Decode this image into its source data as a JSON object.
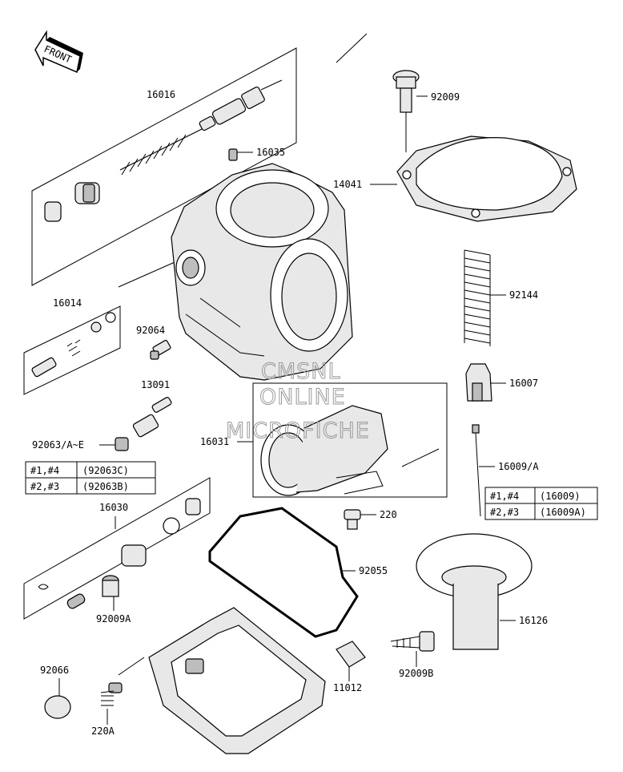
{
  "front_label": "FRONT",
  "watermark": [
    "CMSNL",
    "ONLINE",
    "MICROFICHE"
  ],
  "callouts": {
    "c16016": "16016",
    "c16035": "16035",
    "c92009": "92009",
    "c14041": "14041",
    "c16014": "16014",
    "c92064": "92064",
    "c92144": "92144",
    "c13091": "13091",
    "c16007": "16007",
    "c92063": "92063/A~E",
    "c16031": "16031",
    "c16009": "16009/A",
    "c16030": "16030",
    "c220": "220",
    "c92055": "92055",
    "c92009A": "92009A",
    "c16126": "16126",
    "c92066": "92066",
    "c11012": "11012",
    "c92009B": "92009B",
    "c220A": "220A"
  },
  "table_left": {
    "rows": [
      {
        "pos": "#1,#4",
        "part": "(92063C)"
      },
      {
        "pos": "#2,#3",
        "part": "(92063B)"
      }
    ]
  },
  "table_right": {
    "rows": [
      {
        "pos": "#1,#4",
        "part": "(16009)"
      },
      {
        "pos": "#2,#3",
        "part": "(16009A)"
      }
    ]
  }
}
